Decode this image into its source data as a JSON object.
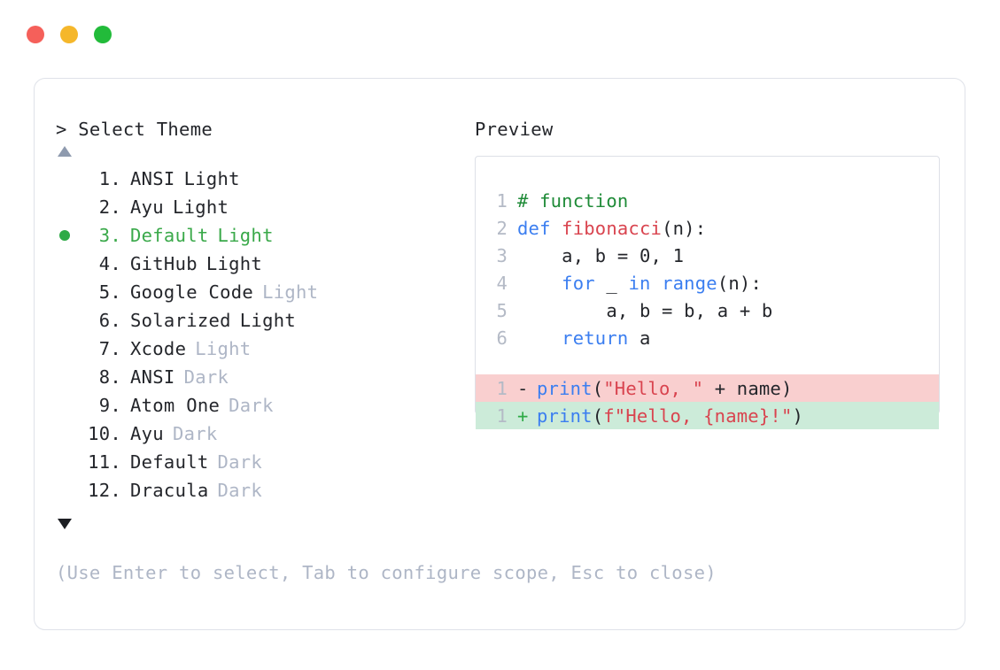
{
  "window": {
    "traffic_lights": [
      {
        "name": "close",
        "color": "#f5605a"
      },
      {
        "name": "minimize",
        "color": "#f5b72b"
      },
      {
        "name": "zoom",
        "color": "#22bb3a"
      }
    ]
  },
  "left": {
    "prompt": "> Select Theme",
    "scroll_up_icon": "triangle-up-icon",
    "scroll_down_icon": "triangle-down-icon",
    "hint": "(Use Enter to select, Tab to configure scope, Esc to close)",
    "items": [
      {
        "index": "1.",
        "name": "ANSI",
        "variant": "Light",
        "variant_muted": false,
        "selected": false
      },
      {
        "index": "2.",
        "name": "Ayu",
        "variant": "Light",
        "variant_muted": false,
        "selected": false
      },
      {
        "index": "3.",
        "name": "Default",
        "variant": "Light",
        "variant_muted": false,
        "selected": true
      },
      {
        "index": "4.",
        "name": "GitHub",
        "variant": "Light",
        "variant_muted": false,
        "selected": false
      },
      {
        "index": "5.",
        "name": "Google Code",
        "variant": "Light",
        "variant_muted": true,
        "selected": false
      },
      {
        "index": "6.",
        "name": "Solarized",
        "variant": "Light",
        "variant_muted": false,
        "selected": false
      },
      {
        "index": "7.",
        "name": "Xcode",
        "variant": "Light",
        "variant_muted": true,
        "selected": false
      },
      {
        "index": "8.",
        "name": "ANSI",
        "variant": "Dark",
        "variant_muted": true,
        "selected": false
      },
      {
        "index": "9.",
        "name": "Atom One",
        "variant": "Dark",
        "variant_muted": true,
        "selected": false
      },
      {
        "index": "10.",
        "name": "Ayu",
        "variant": "Dark",
        "variant_muted": true,
        "selected": false
      },
      {
        "index": "11.",
        "name": "Default",
        "variant": "Dark",
        "variant_muted": true,
        "selected": false
      },
      {
        "index": "12.",
        "name": "Dracula",
        "variant": "Dark",
        "variant_muted": true,
        "selected": false
      }
    ]
  },
  "right": {
    "title": "Preview",
    "code_lines": [
      {
        "num": "1",
        "tokens": [
          {
            "t": "# function",
            "c": "tok-comment"
          }
        ]
      },
      {
        "num": "2",
        "tokens": [
          {
            "t": "def ",
            "c": "tok-keyword"
          },
          {
            "t": "fibonacci",
            "c": "tok-func"
          },
          {
            "t": "(n):",
            "c": "tok-plain"
          }
        ]
      },
      {
        "num": "3",
        "tokens": [
          {
            "t": "    a, b = 0, 1",
            "c": "tok-plain"
          }
        ]
      },
      {
        "num": "4",
        "tokens": [
          {
            "t": "    ",
            "c": "tok-plain"
          },
          {
            "t": "for",
            "c": "tok-keyword"
          },
          {
            "t": " _ ",
            "c": "tok-plain"
          },
          {
            "t": "in",
            "c": "tok-keyword"
          },
          {
            "t": " ",
            "c": "tok-plain"
          },
          {
            "t": "range",
            "c": "tok-builtin"
          },
          {
            "t": "(n):",
            "c": "tok-plain"
          }
        ]
      },
      {
        "num": "5",
        "tokens": [
          {
            "t": "        a, b = b, a + b",
            "c": "tok-plain"
          }
        ]
      },
      {
        "num": "6",
        "tokens": [
          {
            "t": "    ",
            "c": "tok-plain"
          },
          {
            "t": "return",
            "c": "tok-keyword"
          },
          {
            "t": " a",
            "c": "tok-plain"
          }
        ]
      }
    ],
    "diff_lines": [
      {
        "kind": "del",
        "num": "1",
        "sign": "-",
        "tokens": [
          {
            "t": "print",
            "c": "tok-builtin"
          },
          {
            "t": "(",
            "c": "tok-plain"
          },
          {
            "t": "\"Hello, \"",
            "c": "tok-string"
          },
          {
            "t": " + name)",
            "c": "tok-plain"
          }
        ]
      },
      {
        "kind": "add",
        "num": "1",
        "sign": "+",
        "tokens": [
          {
            "t": "print",
            "c": "tok-builtin"
          },
          {
            "t": "(",
            "c": "tok-plain"
          },
          {
            "t": "f\"Hello, {name}!\"",
            "c": "tok-string"
          },
          {
            "t": ")",
            "c": "tok-plain"
          }
        ]
      }
    ]
  }
}
